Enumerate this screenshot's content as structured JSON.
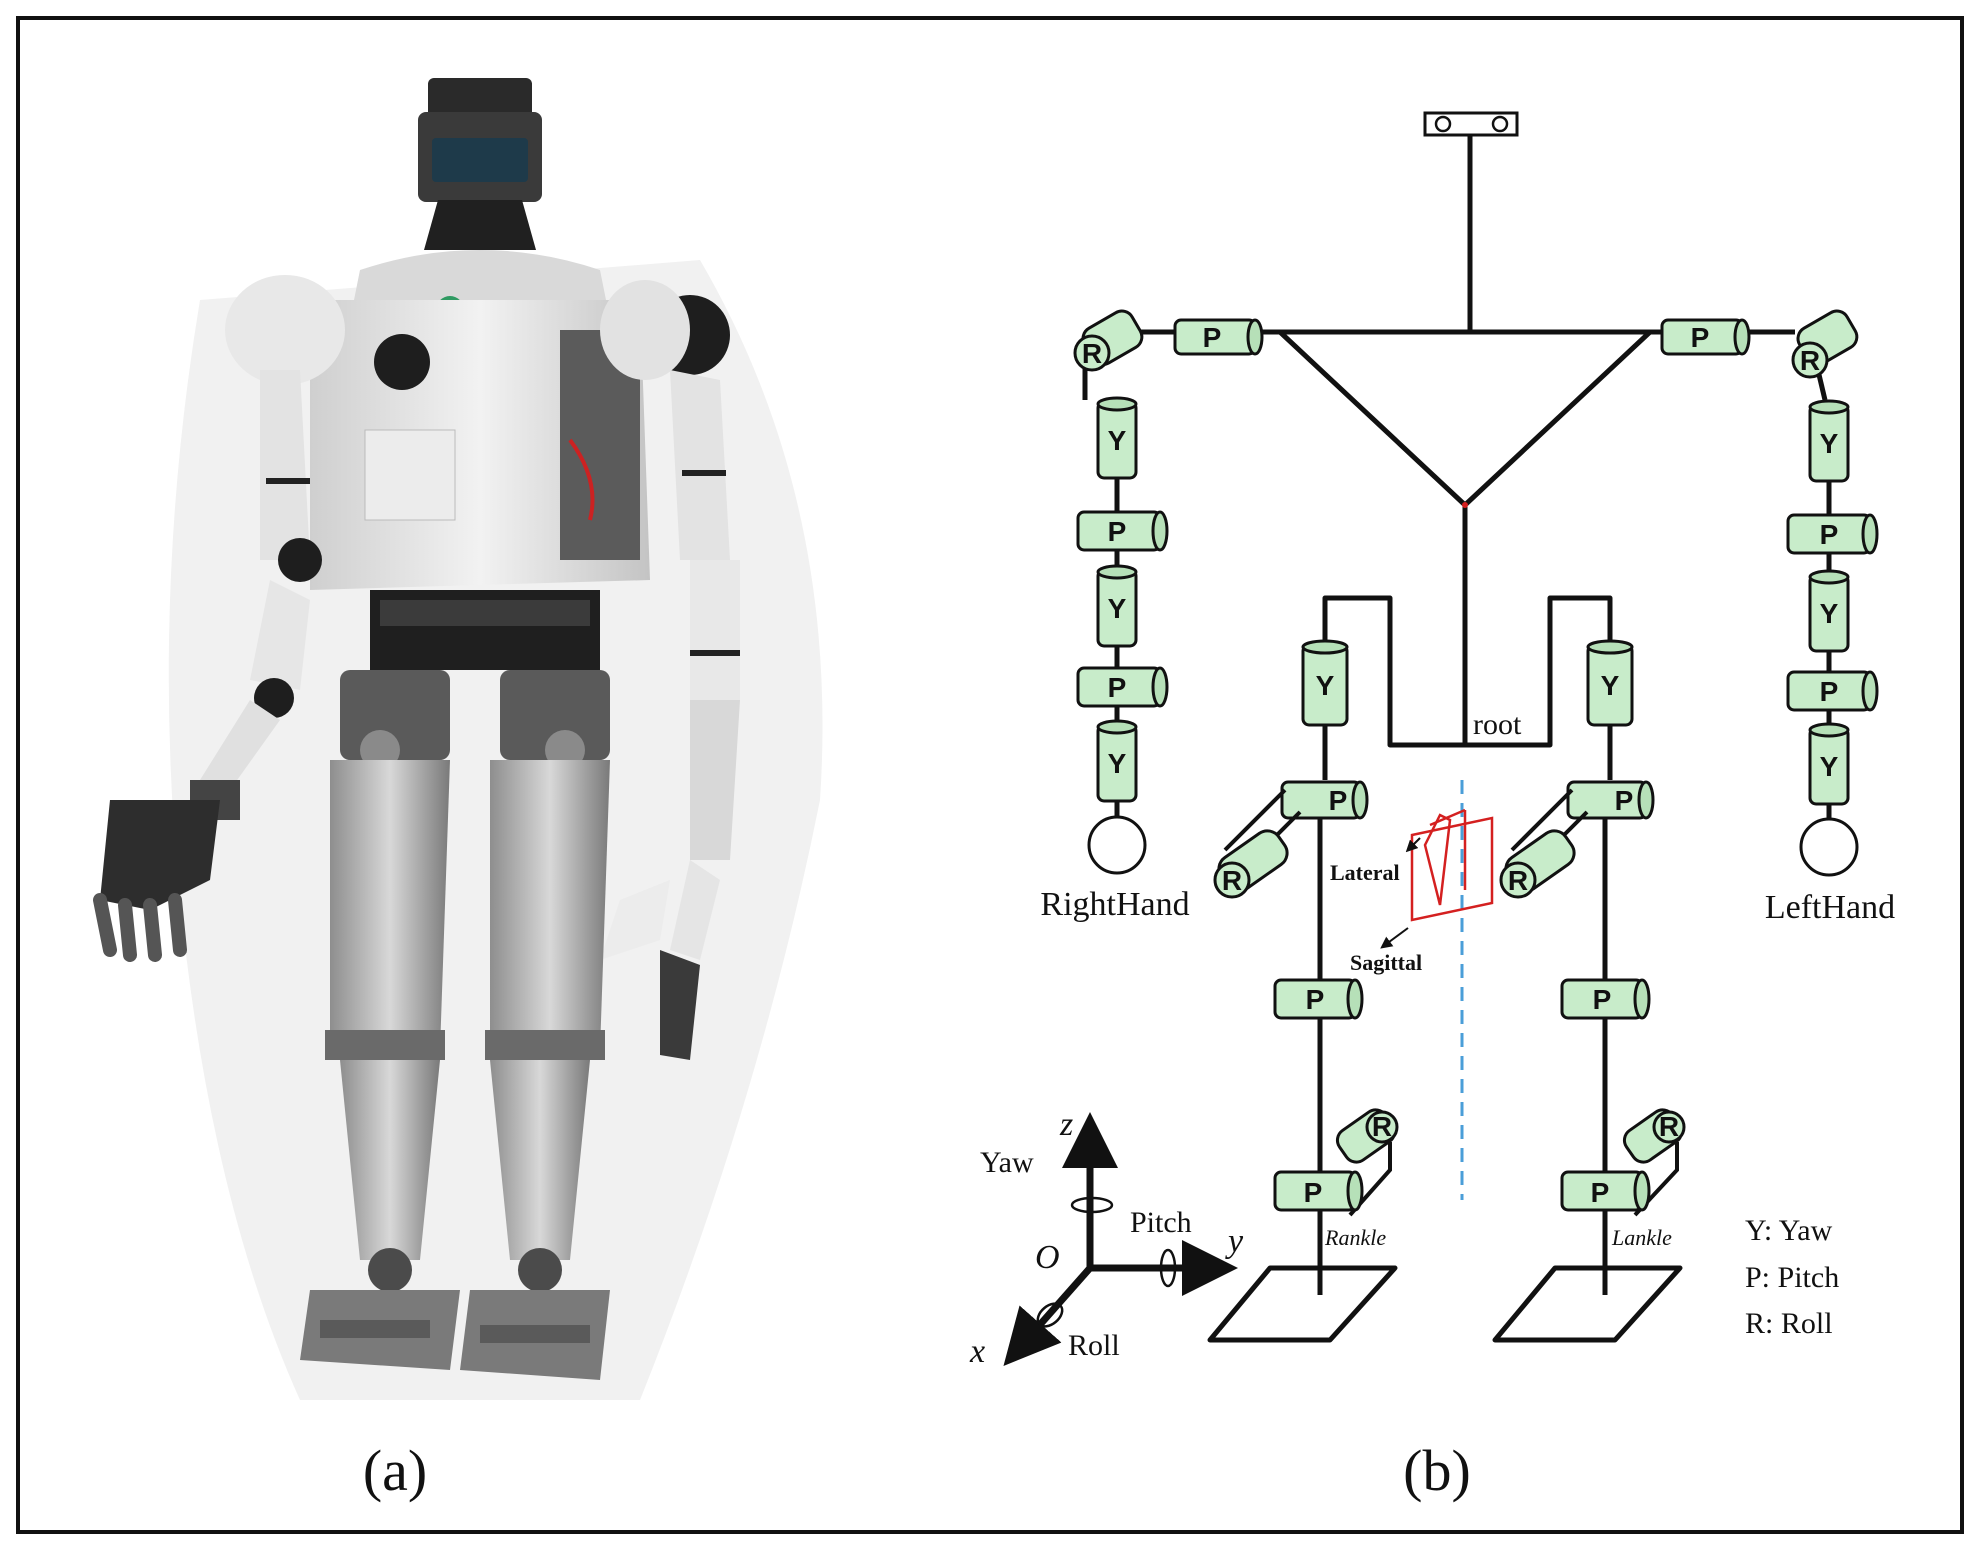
{
  "captions": {
    "a": "(a)",
    "b": "(b)"
  },
  "joint_labels": {
    "yaw": "Y",
    "pitch": "P",
    "roll": "R"
  },
  "diagram_labels": {
    "right_hand": "RightHand",
    "left_hand": "LeftHand",
    "root": "root",
    "lateral": "Lateral",
    "sagittal": "Sagittal",
    "r_ankle": "Rankle",
    "l_ankle": "Lankle"
  },
  "axes": {
    "z": "z",
    "y": "y",
    "x": "x",
    "origin": "O",
    "yaw": "Yaw",
    "pitch": "Pitch",
    "roll": "Roll"
  },
  "legend": [
    "Y: Yaw",
    "P: Pitch",
    "R: Roll"
  ],
  "colors": {
    "joint_fill": "#c8ecca",
    "plane_red": "#d42020",
    "centerline_blue": "#4a9ed8",
    "robot_body": "#e4e4e4",
    "robot_dark": "#2a2a2a"
  }
}
